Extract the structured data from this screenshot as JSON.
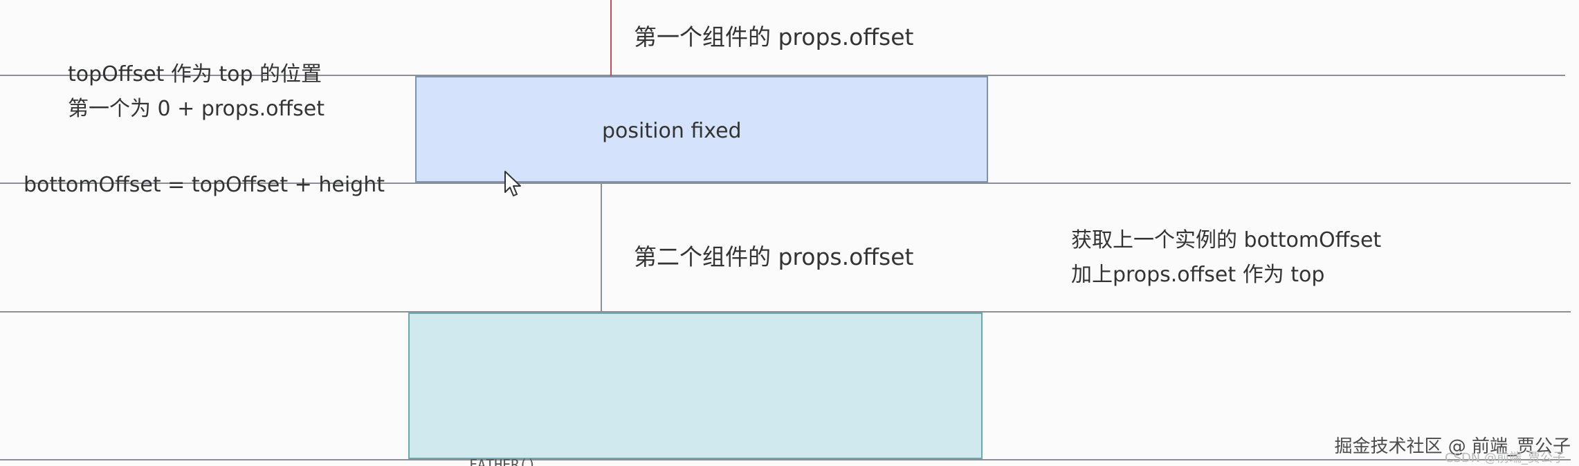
{
  "labels": {
    "first_props_offset": "第一个组件的 props.offset",
    "top_offset_as_top": "topOffset 作为 top 的位置",
    "first_is_zero": "第一个为 0 + props.offset",
    "position_fixed": "position fixed",
    "bottom_offset_formula": "bottomOffset = topOffset + height",
    "second_props_offset": "第二个组件的 props.offset",
    "get_prev_bottom": "获取上一个实例的 bottomOffset",
    "add_offset_as_top": "加上props.offset 作为 top"
  },
  "watermark": {
    "main": "掘金技术社区 @ 前端_贾公子",
    "faint": "CSDN @前端_贾公子"
  },
  "bottom_fragment": "FATHER()",
  "colors": {
    "fixed_box": "#d4e3fb",
    "second_box": "#cfe9ee",
    "offset_marker": "#b3525a",
    "lines": "#8a8f96"
  },
  "icons": {
    "cursor": "mouse-pointer-icon"
  }
}
